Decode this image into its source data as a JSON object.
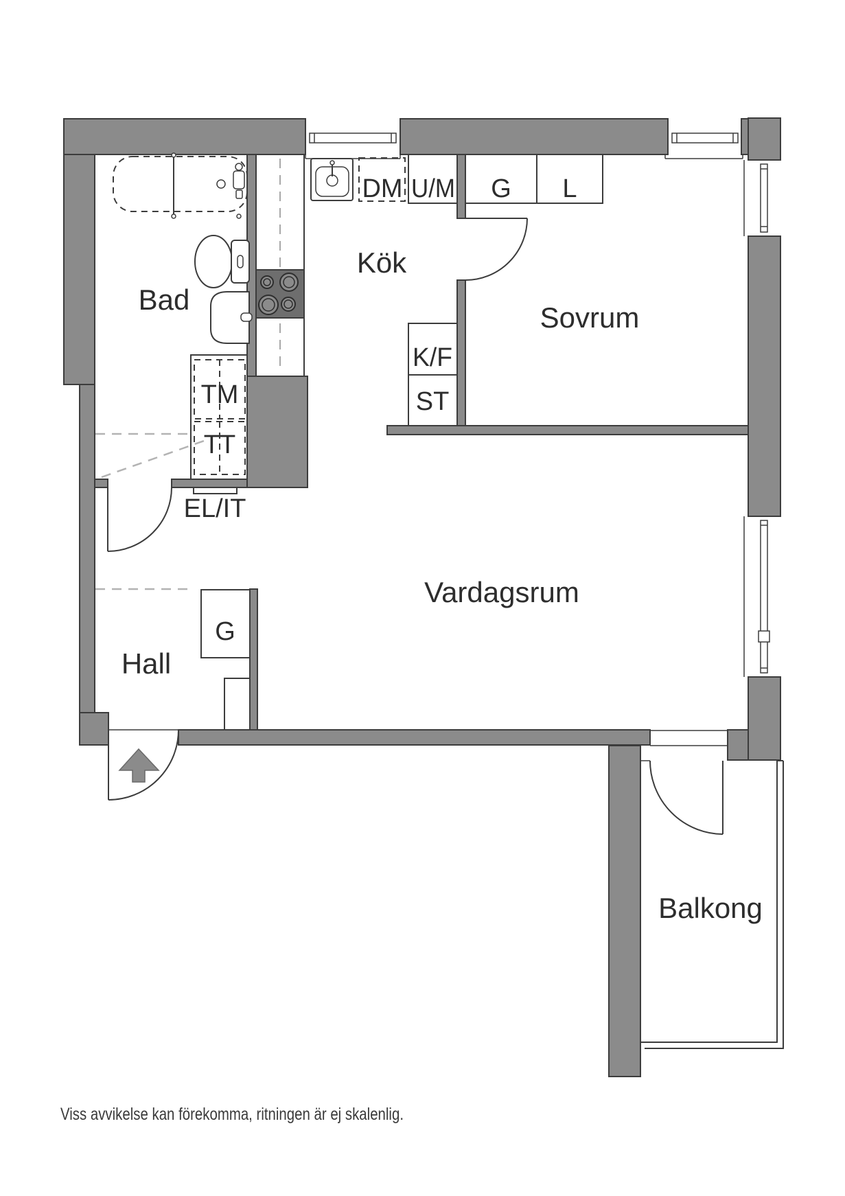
{
  "floorplan": {
    "rooms": {
      "bad": "Bad",
      "kok": "Kök",
      "sovrum": "Sovrum",
      "vardagsrum": "Vardagsrum",
      "hall": "Hall",
      "balkong": "Balkong"
    },
    "fixtures": {
      "dm": "DM",
      "um": "U/M",
      "g_bedroom": "G",
      "l_bedroom": "L",
      "kf": "K/F",
      "st": "ST",
      "tm": "TM",
      "tt": "TT",
      "elit": "EL/IT",
      "g_hall": "G"
    },
    "disclaimer": "Viss avvikelse kan förekomma, ritningen är ej skalenlig.",
    "colors": {
      "wall": "#8b8b8b",
      "outline": "#3c3c3c",
      "stove": "#6e6e6e",
      "dashed_guide": "#b3b3b3",
      "label_text": "#2d2d2d"
    }
  }
}
